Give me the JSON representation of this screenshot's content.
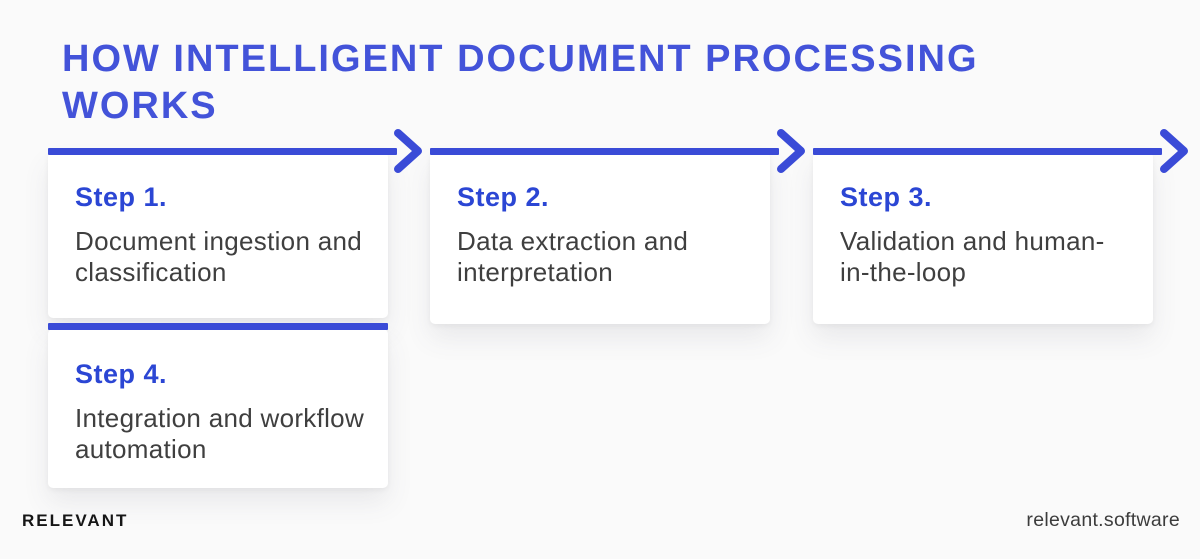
{
  "title": "HOW INTELLIGENT DOCUMENT PROCESSING WORKS",
  "steps": [
    {
      "label": "Step 1.",
      "description": "Document ingestion and classification"
    },
    {
      "label": "Step 2.",
      "description": "Data extraction and interpretation"
    },
    {
      "label": "Step 3.",
      "description": "Validation and human-in-the-loop"
    },
    {
      "label": "Step 4.",
      "description": "Integration and workflow automation"
    }
  ],
  "footer": {
    "brand": "RELEVANT",
    "website": "relevant.software"
  },
  "colors": {
    "accent": "#3a4bd7",
    "title": "#4353d9",
    "step-label": "#2b46d4",
    "body-text": "#3f3f3f",
    "card-bg": "#ffffff",
    "page-bg": "#fafafa",
    "brand": "#161616",
    "website": "#3c3c3c"
  }
}
